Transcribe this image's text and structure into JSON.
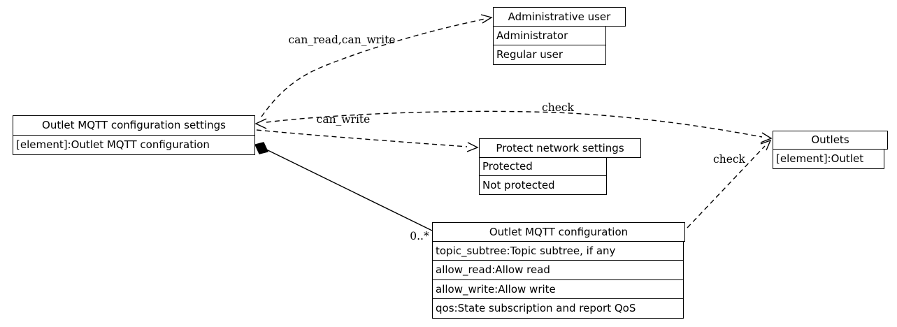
{
  "diagram": {
    "type": "uml-class-diagram",
    "background_color": "#ffffff",
    "stroke_color": "#000000",
    "text_color": "#000000",
    "nodes": [
      {
        "id": "outlet-mqtt-configuration-settings",
        "title": "Outlet MQTT configuration settings",
        "rows": [
          "[element]:Outlet MQTT configuration"
        ]
      },
      {
        "id": "administrative-user",
        "title": "Administrative user",
        "rows": [
          "Administrator",
          "Regular user"
        ]
      },
      {
        "id": "protect-network-settings",
        "title": "Protect network settings",
        "rows": [
          "Protected",
          "Not protected"
        ]
      },
      {
        "id": "outlets",
        "title": "Outlets",
        "rows": [
          "[element]:Outlet"
        ]
      },
      {
        "id": "outlet-mqtt-configuration",
        "title": "Outlet MQTT configuration",
        "rows": [
          "topic_subtree:Topic subtree, if any",
          "allow_read:Allow read",
          "allow_write:Allow write",
          "qos:State subscription and report QoS"
        ]
      }
    ],
    "edges": [
      {
        "from": "outlet-mqtt-configuration-settings",
        "to": "administrative-user",
        "label": "can_read,can_write",
        "style": "dashed",
        "arrow": "to"
      },
      {
        "from": "outlet-mqtt-configuration-settings",
        "to": "outlets",
        "label": "check",
        "style": "dashed",
        "arrow": "both"
      },
      {
        "from": "outlet-mqtt-configuration-settings",
        "to": "protect-network-settings",
        "label": "can_write",
        "style": "dashed",
        "arrow": "to"
      },
      {
        "from": "outlet-mqtt-configuration-settings",
        "to": "outlet-mqtt-configuration",
        "label": "",
        "multiplicity": "0..*",
        "style": "solid",
        "type": "composition"
      },
      {
        "from": "outlet-mqtt-configuration",
        "to": "outlets",
        "label": "check",
        "style": "dashed",
        "arrow": "to"
      }
    ]
  }
}
